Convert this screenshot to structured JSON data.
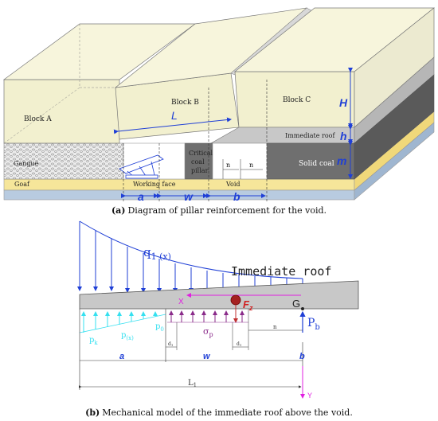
{
  "panel_a": {
    "blocks": {
      "a": "Block A",
      "b": "Block B",
      "c": "Block C"
    },
    "labels": {
      "immediate_roof": "Immediate roof",
      "solid_coal": "Solid coal",
      "gangue": "Gangue",
      "goaf": "Goaf",
      "working_face": "Working face",
      "pillar_line1": "Critical",
      "pillar_line2": "coal",
      "pillar_line3": "pillar",
      "void": "Void",
      "n1": "n",
      "n2": "n"
    },
    "dims": {
      "L": "L",
      "H": "H",
      "h": "h",
      "m": "m",
      "a": "a",
      "w": "w",
      "b": "b"
    },
    "caption": {
      "tag": "(a)",
      "text": "Diagram of pillar reinforcement for the void."
    }
  },
  "panel_b": {
    "labels": {
      "q_main": "q",
      "q_sub": "1 (x)",
      "immediate_roof": "Immediate roof",
      "X": "X",
      "Fz": "F",
      "Fz_sub": "z",
      "G": "G",
      "Pb_main": "P",
      "Pb_sub": "b",
      "pk": "p",
      "pk_sub": "k",
      "px": "p",
      "px_sub": "(x)",
      "p0": "p",
      "p0_sub": "0",
      "sigma": "σ",
      "sigma_sub": "p",
      "d1": "d",
      "d1_sub": "1",
      "d2": "d",
      "d2_sub": "1",
      "n": "n",
      "a": "a",
      "w": "w",
      "b": "b",
      "L1": "L",
      "L1_sub": "1",
      "Y": "Y"
    },
    "caption": {
      "tag": "(b)",
      "text": "Mechanical model of the immediate roof above the void."
    }
  },
  "colors": {
    "rock": "#f2f0cf",
    "roof": "#c8c8c8",
    "coal": "#6f6f6f",
    "floor": "#f6e69a",
    "blue": "#1f3fd6",
    "cyan": "#35e0f0",
    "purple": "#8a2b8a",
    "magenta": "#e020e0",
    "red": "#c03030"
  }
}
